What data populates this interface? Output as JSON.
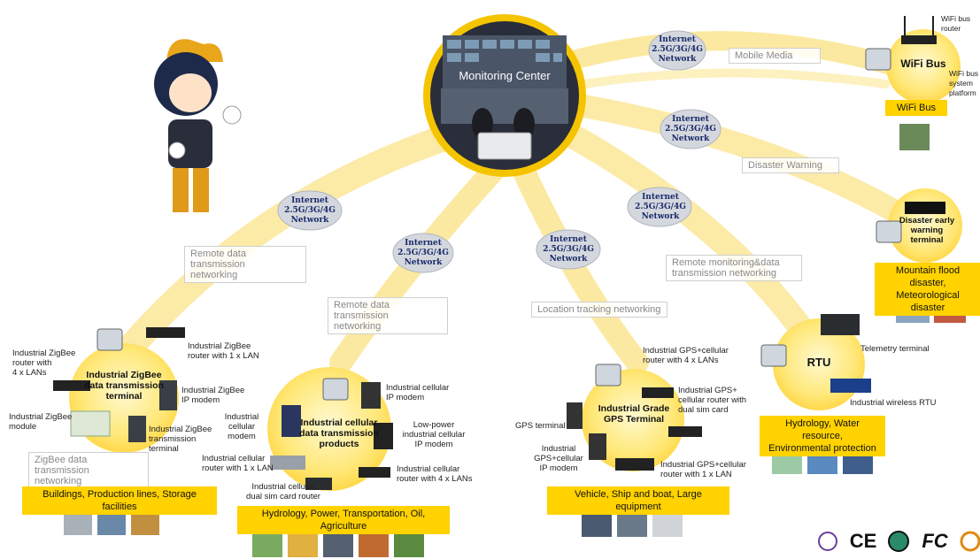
{
  "center": {
    "title": "Monitoring Center"
  },
  "internet": [
    {
      "id": "top",
      "l1": "Internet",
      "l2": "2.5G/3G/4G",
      "l3": "Network"
    },
    {
      "id": "mid",
      "l1": "Internet",
      "l2": "2.5G/3G/4G",
      "l3": "Network"
    },
    {
      "id": "left",
      "l1": "Internet",
      "l2": "2.5G/3G/4G",
      "l3": "Network"
    },
    {
      "id": "lmid",
      "l1": "Internet",
      "l2": "2.5G/3G/4G",
      "l3": "Network"
    },
    {
      "id": "gps",
      "l1": "Internet",
      "l2": "2.5G/3G/4G",
      "l3": "Network"
    },
    {
      "id": "rtu",
      "l1": "Internet",
      "l2": "2.5G/3G/4G",
      "l3": "Network"
    }
  ],
  "links": {
    "mobile_media": "Mobile Media",
    "disaster_warning": "Disaster Warning",
    "remote_left": "Remote data transmission\nnetworking",
    "remote_mid": "Remote data transmission\nnetworking",
    "location": "Location tracking networking",
    "remote_monitor": "Remote monitoring&data\ntransmission networking",
    "zigbee_net": "ZigBee data transmission\nnetworking"
  },
  "wifi": {
    "title": "WiFi Bus",
    "band": "WiFi Bus",
    "router": "WiFi bus\nrouter",
    "platform": "WiFi bus\nsystem\nplatform"
  },
  "disaster": {
    "title": "Disaster early\nwarning\nterminal",
    "band": "Mountain flood disaster,\nMeteorological disaster"
  },
  "rtu": {
    "title": "RTU",
    "telemetry": "Telemetry terminal",
    "wireless": "Industrial wireless RTU",
    "band": "Hydrology, Water resource,\nEnvironmental protection"
  },
  "zigbee": {
    "title": "Industrial ZigBee\ndata transmission\nterminal",
    "router4": "Industrial ZigBee\nrouter with\n4 x LANs",
    "router1": "Industrial ZigBee\nrouter with 1 x LAN",
    "ipmodem": "Industrial ZigBee\nIP modem",
    "module": "Industrial ZigBee\nmodule",
    "transmission": "Industrial ZigBee\ntransmission\nterminal",
    "band": "Buildings, Production lines, Storage facilities"
  },
  "cellular": {
    "title": "Industrial cellular\ndata transmission\nproducts",
    "ipmodem": "Industrial cellular\nIP modem",
    "modem": "Industrial cellular\nmodem",
    "lowpower": "Low-power\nindustrial cellular\nIP modem",
    "router1": "Industrial cellular\nrouter with 1 x LAN",
    "router4": "Industrial cellular\nrouter with 4 x LANs",
    "dualsim": "Industrial cellular\ndual sim card router",
    "band": "Hydrology, Power, Transportation, Oil, Agriculture"
  },
  "gps": {
    "title": "Industrial Grade\nGPS Terminal",
    "router4": "Industrial GPS+cellular\nrouter with 4 x LANs",
    "dualsim": "Industrial GPS+\ncellular router with\ndual sim card",
    "terminal": "GPS terminal",
    "ipmodem": "Industrial\nGPS+cellular\nIP modem",
    "router1": "Industrial GPS+cellular\nrouter with 1 x LAN",
    "band": "Vehicle, Ship and boat, Large equipment"
  },
  "certs": {
    "ce": "CE",
    "fc": "FC"
  },
  "colors": {
    "yellow": "#ffd200",
    "beam": "#fbe38a",
    "navy": "#1a2a6a"
  }
}
